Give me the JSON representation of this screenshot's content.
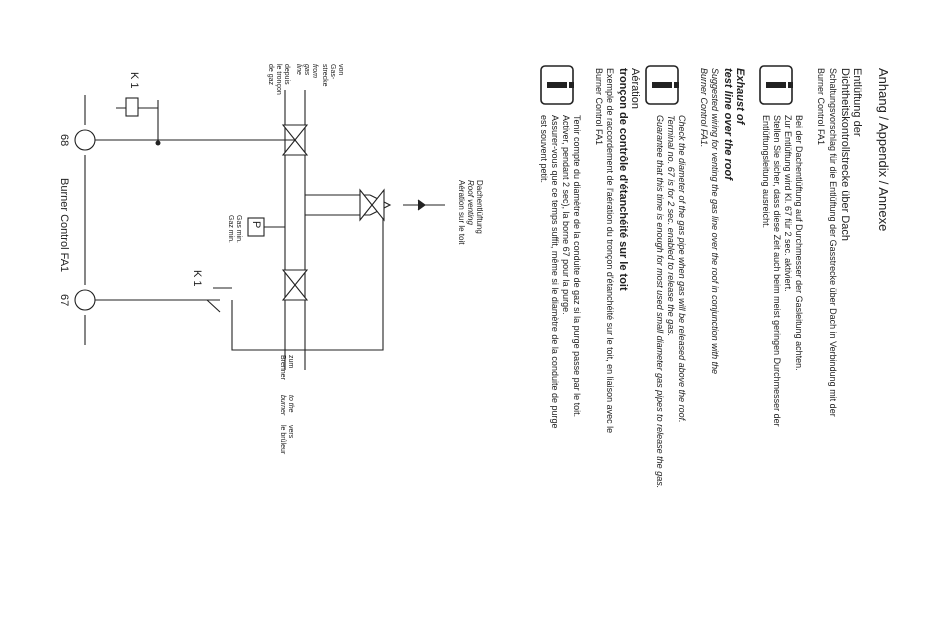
{
  "header": {
    "title": "Anhang / Appendix / Annexe"
  },
  "de": {
    "title1": "Entlüftung der",
    "title2": "Dichtheitskontrollstrecke über Dach",
    "line1": "Schaltungsvorschlag für die Entlüftung der Gasstrecke über Dach in Verbindung mit der",
    "line2": "Burner Control FA1",
    "note1": "Bei der Dachentlüftung auf Durchmesser der Gasleitung achten.",
    "note2": "Zur Entlüftung wird Kl. 67 für 2 sec. aktiviert.",
    "note3": "Stellen Sie sicher, dass diese Zeit auch beim meist geringen Durchmesser der",
    "note4": "Entlüftungsleitung ausreicht."
  },
  "en": {
    "title1": "Exhaust of",
    "title2": "test line over the  roof",
    "line1": "Suggested wiring for venting the gas line over the roof in conjunction with the",
    "line2": "Burner Control FA1.",
    "note1": "Check the diameter of the gas pipe when gas will be released above the roof.",
    "note2": "Terminal no. 67 is for 2 sec. enabled to release the gas.",
    "note3": "Guarantee that this time is enough for most used small diameter gas pipes to release the gas."
  },
  "fr": {
    "title1": "Aération",
    "title2": "tronçon de contrôle d'étanchéité sur le toit",
    "line1": "Exemple de raccordement de l'aération du tronçon d'étanchéité sur le toit, en liaison avec le",
    "line2": "Burner Control FA1",
    "note1": "Tenir compte du diamètre de la conduite de gaz si la purge passe par le toit.",
    "note2": "Activer, pendant 2 sec), la borne 67 pour la purge.",
    "note3": "Assurer-vous que ce temps suffit, même si le diamètre de la conduite de purge",
    "note4": "est souvent petit."
  },
  "diagram": {
    "vent_de": "Dachentlüftung",
    "vent_en": "Roof venting",
    "vent_fr": "Aération sur le toit",
    "from_de": [
      "von",
      "Gas-",
      "strecke"
    ],
    "from_en": [
      "from",
      "gas",
      "line"
    ],
    "from_fr": [
      "depuis",
      "le tronçon",
      "de gaz"
    ],
    "to_de": [
      "zum",
      "Brenner"
    ],
    "to_en": [
      "to the",
      "burner"
    ],
    "to_fr": [
      "vers",
      "le brûleur"
    ],
    "gas_min_de": "Gas min.",
    "gas_min_fr": "Gaz min.",
    "pressure_switch": "P",
    "relay_left": "K 1",
    "relay_right": "K 1",
    "controller": "Burner Control FA1",
    "terminal_68": "68",
    "terminal_67": "67"
  }
}
